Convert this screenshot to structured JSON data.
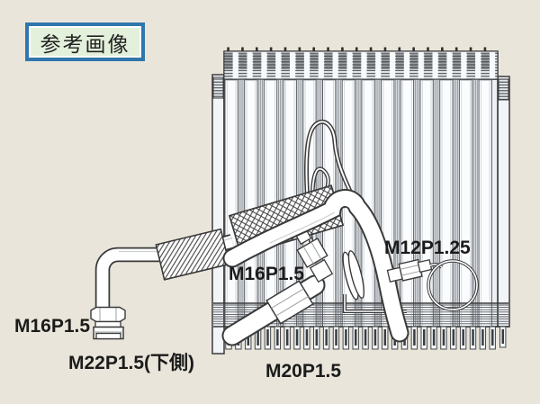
{
  "badge": {
    "label": "参考画像"
  },
  "diagram": {
    "description": "evaporator-core-reference-drawing",
    "labels": {
      "center_fitting": "M16P1.5",
      "right_fitting": "M12P1.25",
      "left_fitting": "M16P1.5",
      "bottom_left_fitting": "M22P1.5(下側)",
      "bottom_fitting": "M20P1.5"
    },
    "colors": {
      "background": "#E9E5DA",
      "outline": "#3a3a3a",
      "body_fill": "#EDF0F4",
      "tube_fill": "#FAFCFE",
      "gap_fill": "#E3E7EB",
      "gap_line": "#8f9498",
      "fin_line": "#55585c",
      "tick": "#2f2f2f",
      "badge_border": "#2F77AD",
      "badge_fill": "#E3F0DB",
      "label_color": "#1b1b1b"
    }
  }
}
